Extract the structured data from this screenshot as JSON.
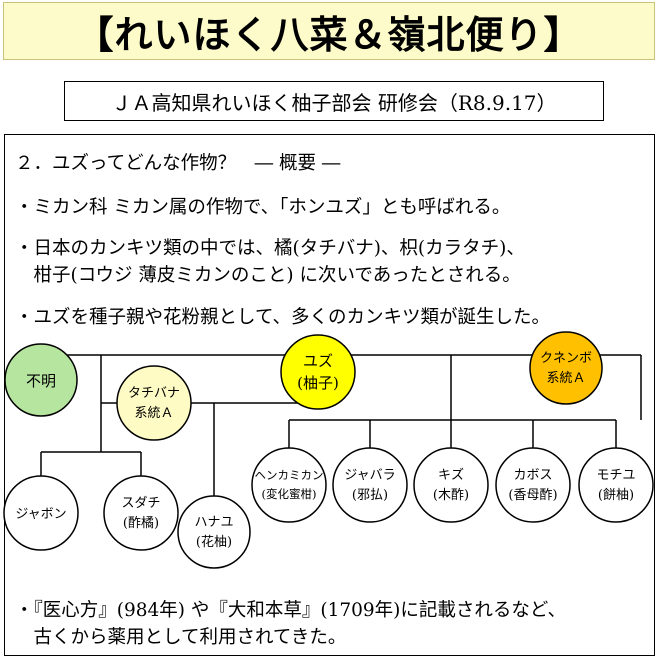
{
  "header": {
    "title": "【れいほく八菜＆嶺北便り】",
    "subtitle": "ＪＡ高知県れいほく柚子部会 研修会（R8.9.17）"
  },
  "content": {
    "heading": "２．ユズってどんな作物？　― 概要 ―",
    "bullet1": "・ミカン科 ミカン属の作物で、「ホンユズ」とも呼ばれる。",
    "bullet2_line1": "・日本のカンキツ類の中では、橘(タチバナ)、枳(カラタチ)、",
    "bullet2_line2": "　柑子(コウジ 薄皮ミカンのこと) に次いであったとされる。",
    "bullet3": "・ユズを種子親や花粉親として、多くのカンキツ類が誕生した。",
    "bullet4_line1": "・『医心方』(984年) や『大和本草』(1709年)に記載されるなど、",
    "bullet4_line2": "　古くから薬用として利用されてきた。"
  },
  "diagram": {
    "nodes": {
      "fumei": {
        "line1": "不明",
        "color": "#b6e5a0"
      },
      "yuzu": {
        "line1": "ユズ",
        "line2": "(柚子)",
        "color": "#ffff00"
      },
      "kunenbo": {
        "line1": "クネンボ",
        "line2": "系統Ａ",
        "color": "#ffc000"
      },
      "tachibana": {
        "line1": "タチバナ",
        "line2": "系統Ａ",
        "color": "#fffbc4"
      },
      "japon": {
        "line1": "ジャボン",
        "color": "#ffffff"
      },
      "sudachi": {
        "line1": "スダチ",
        "line2": "(酢橘)",
        "color": "#ffffff"
      },
      "hanayu": {
        "line1": "ハナユ",
        "line2": "(花柚)",
        "color": "#ffffff"
      },
      "henkamikan": {
        "line1": "ヘンカミカン",
        "line2": "(変化蜜柑)",
        "color": "#ffffff"
      },
      "jabara": {
        "line1": "ジャバラ",
        "line2": "(邪払)",
        "color": "#ffffff"
      },
      "kizu": {
        "line1": "キズ",
        "line2": "(木酢)",
        "color": "#ffffff"
      },
      "kabosu": {
        "line1": "カボス",
        "line2": "(香母酢)",
        "color": "#ffffff"
      },
      "mochiyu": {
        "line1": "モチユ",
        "line2": "(餅柚)",
        "color": "#ffffff"
      }
    }
  }
}
